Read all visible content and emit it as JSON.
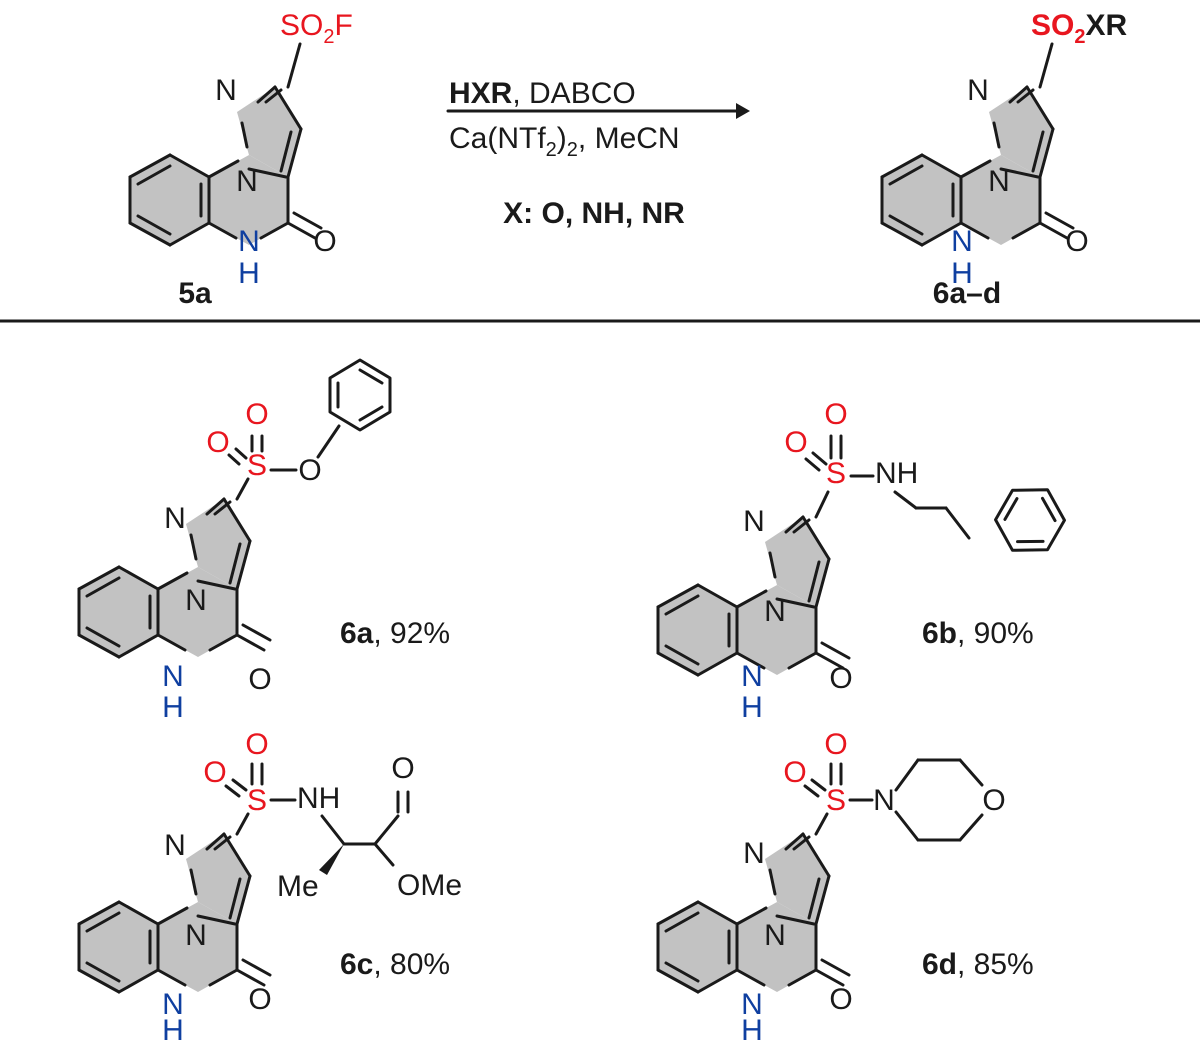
{
  "colors": {
    "ink": "#1a1a1a",
    "sulfonyl_red": "#e8161f",
    "nitrogen_blue": "#0f3fa0",
    "ring_fill": "#c2c2c2"
  },
  "reaction": {
    "reagent_bold": "HXR",
    "reagent_rest": ", DABCO",
    "cond_a": "Ca(NTf",
    "cond_sub": "2",
    "cond_b": ")",
    "cond_sub2": "2",
    "cond_c": ", MeCN",
    "scope_note": "X: O, NH, NR"
  },
  "starting_material": {
    "label": "5a",
    "group_main": "SO",
    "group_sub": "2",
    "group_end": "F"
  },
  "product_general": {
    "label": "6a–d",
    "group_main": "SO",
    "group_sub": "2",
    "group_end": "XR"
  },
  "atoms": {
    "N": "N",
    "H": "H",
    "O": "O",
    "S": "S",
    "NH": "NH",
    "Me": "Me",
    "OMe": "OMe"
  },
  "products": [
    {
      "id": "6a",
      "yield": ", 92%"
    },
    {
      "id": "6b",
      "yield": ", 90%"
    },
    {
      "id": "6c",
      "yield": ", 80%"
    },
    {
      "id": "6d",
      "yield": ", 85%"
    }
  ]
}
